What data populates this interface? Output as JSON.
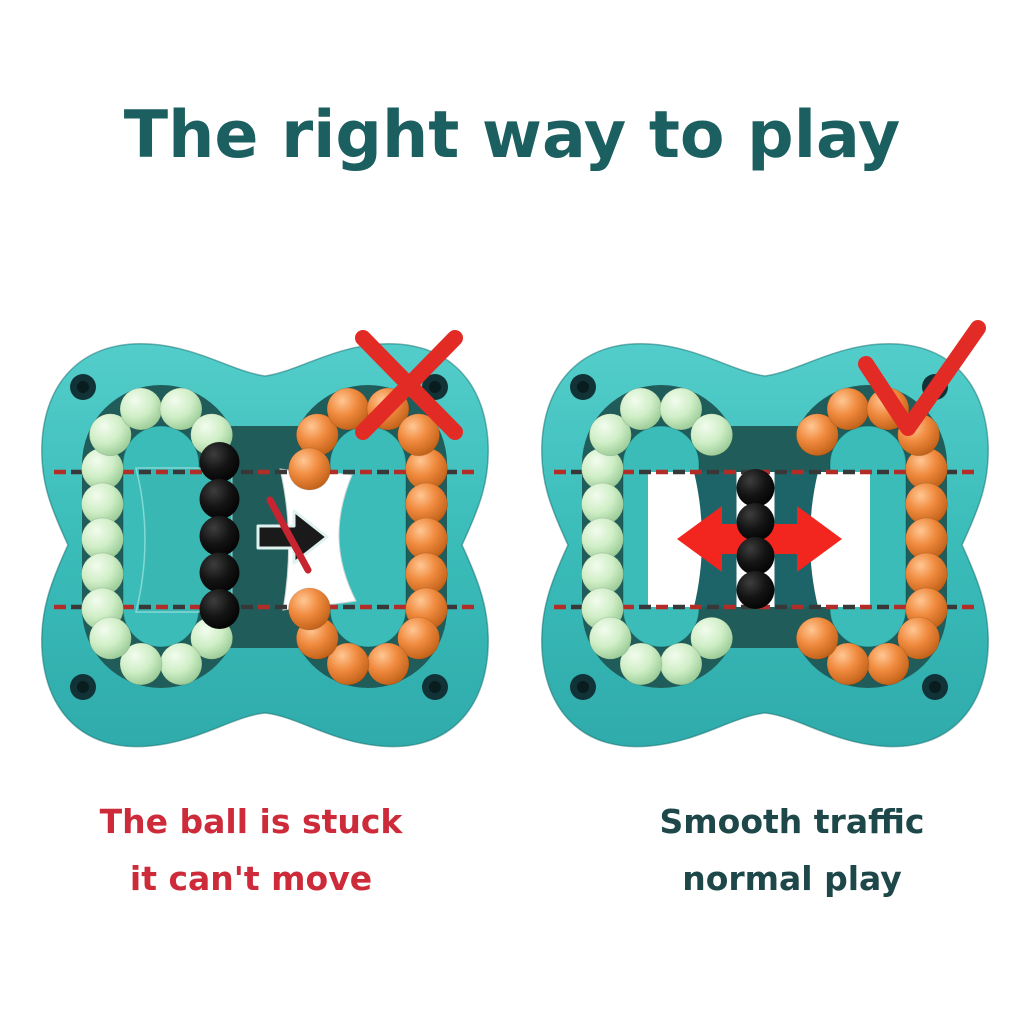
{
  "title": {
    "text": "The right way to play",
    "color": "#1b5f60"
  },
  "panels": [
    {
      "id": "stuck",
      "mark": "x-mark",
      "mark_color": "#e32b26",
      "caption_lines": [
        "The ball is stuck",
        "it can't move"
      ],
      "caption_color": "#cd2b3a",
      "arrow": {
        "type": "blocked-right",
        "arrow_color": "#1a1a1a",
        "slash_color": "#c52430"
      }
    },
    {
      "id": "smooth",
      "mark": "check-mark",
      "mark_color": "#e32b26",
      "caption_lines": [
        "Smooth traffic",
        "normal play"
      ],
      "caption_color": "#1d4749",
      "arrow": {
        "type": "double-horizontal",
        "arrow_color": "#f2261f"
      }
    }
  ],
  "toy_colors": {
    "body": "#3abcb9",
    "body_light": "#53cdca",
    "body_dark": "#2fabab",
    "outline": "#1d8f8d",
    "track": "#205d5a",
    "island": "#3cbcb8",
    "bead_green": "#cfeec6",
    "bead_orange": "#f08a3e",
    "bead_black": "#111111",
    "screw": "#113338",
    "dash_red": "#b22d28",
    "dash_dark": "#383838",
    "band_white": "#ffffff",
    "spool": "#38b7b3",
    "bowtie": "#1d6468"
  }
}
